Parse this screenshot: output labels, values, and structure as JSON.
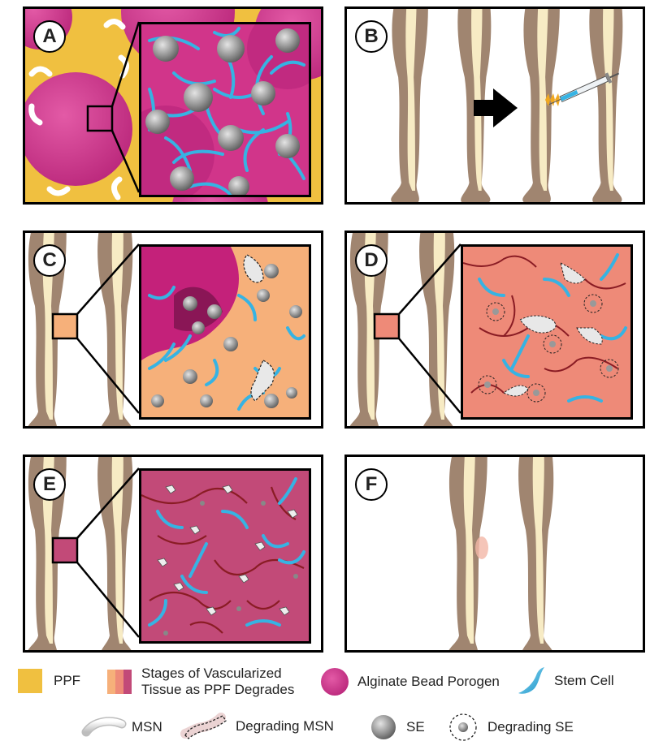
{
  "panels": {
    "a": "A",
    "b": "B",
    "c": "C",
    "d": "D",
    "e": "E",
    "f": "F"
  },
  "legend": {
    "ppf": "PPF",
    "stages_line1": "Stages of Vascularized",
    "stages_line2": "Tissue as PPF Degrades",
    "alginate": "Alginate Bead Porogen",
    "stem_cell": "Stem Cell",
    "msn": "MSN",
    "degrading_msn": "Degrading MSN",
    "se": "SE",
    "degrading_se": "Degrading SE"
  },
  "colors": {
    "ppf": "#f0c040",
    "alginate": "#d1358a",
    "stem_cell": "#36b3e3",
    "skin": "#a08570",
    "bone": "#f7ebc4",
    "tissue_early": "#f6b07a",
    "tissue_mid": "#ee8a78",
    "tissue_late": "#c24a78",
    "vessel": "#8a1c24"
  }
}
